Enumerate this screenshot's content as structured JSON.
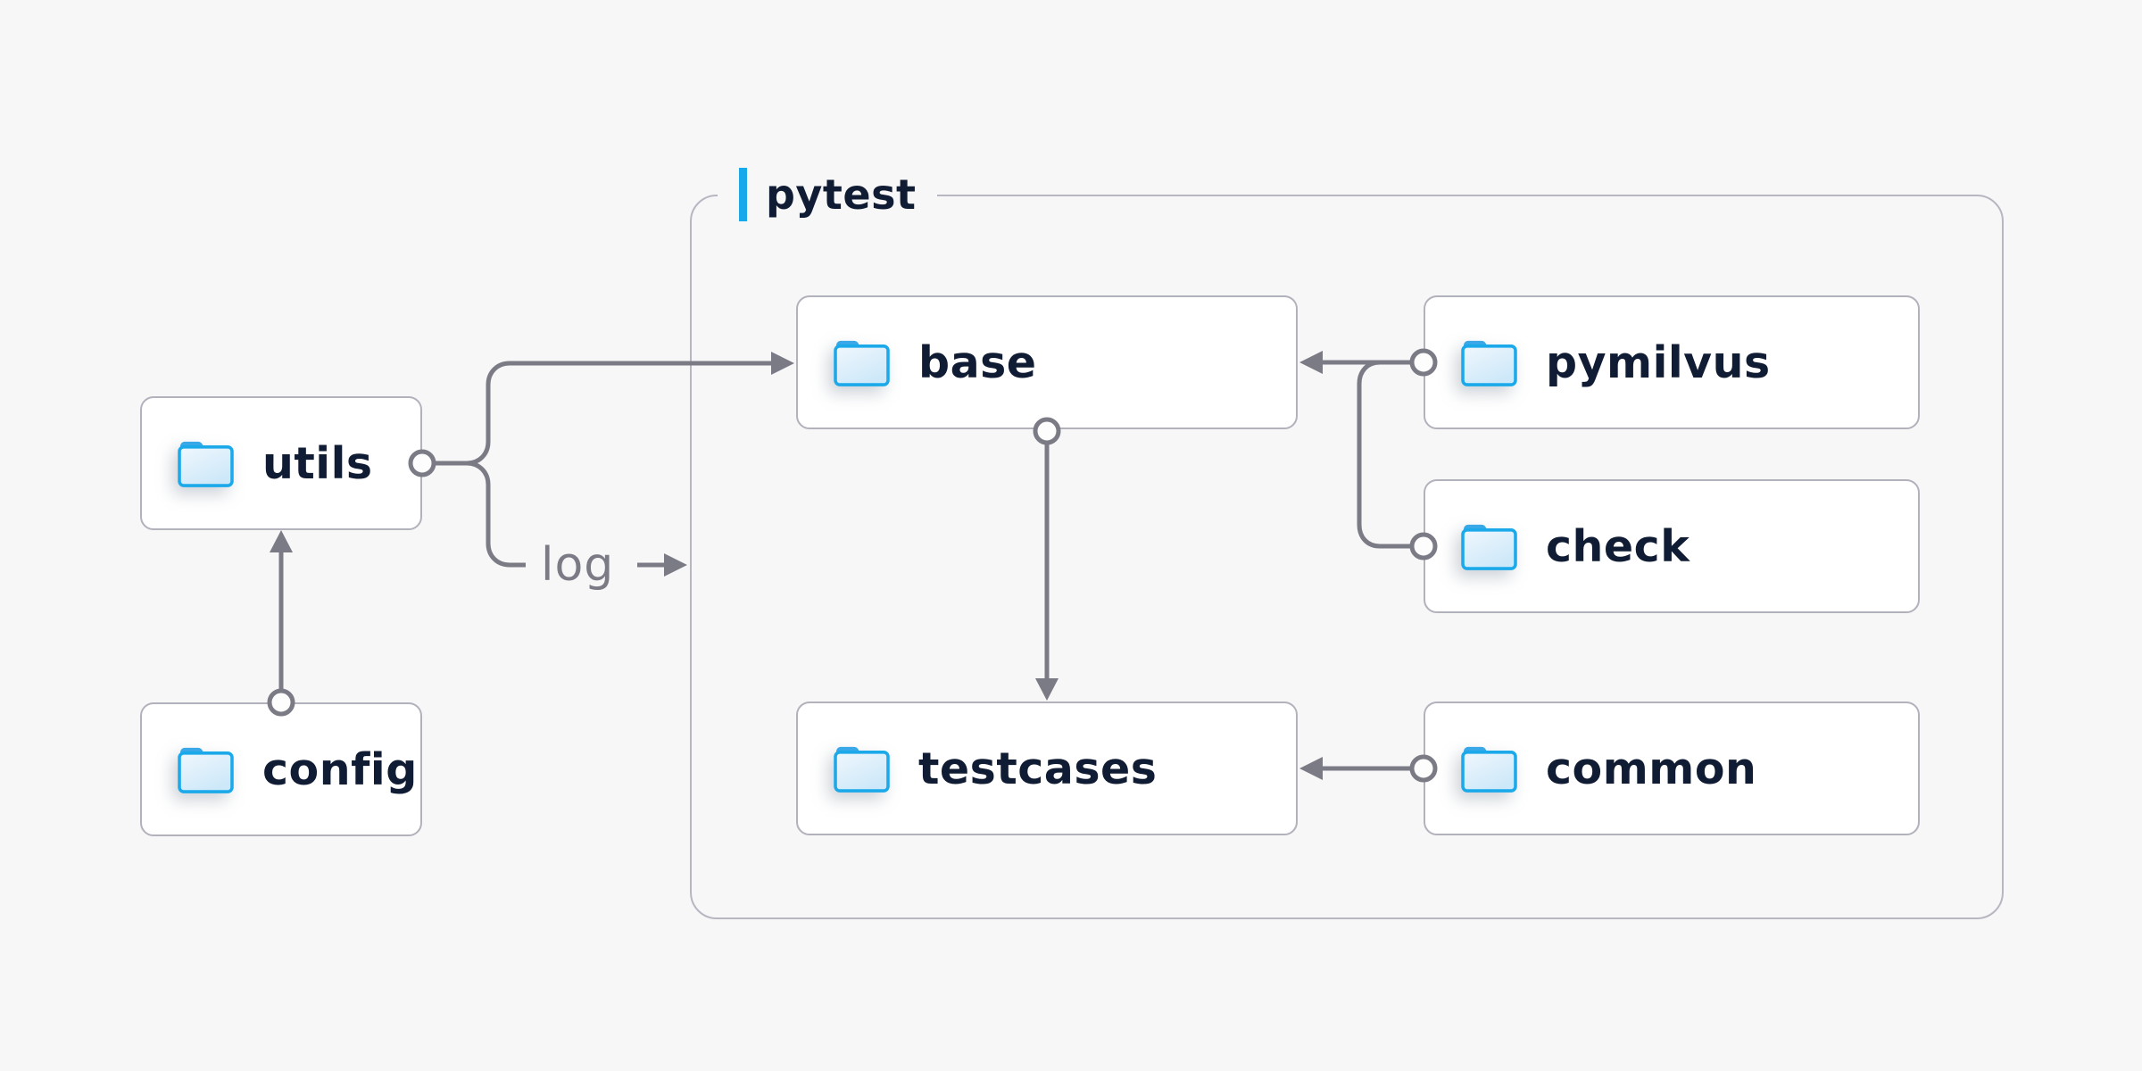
{
  "canvas": {
    "background_color": "#f7f7f8"
  },
  "group": {
    "label": "pytest",
    "accent_color": "#18a9ea",
    "border_color": "#b7b7c2"
  },
  "nodes": {
    "utils": {
      "label": "utils",
      "icon": "folder-icon"
    },
    "config": {
      "label": "config",
      "icon": "folder-icon"
    },
    "base": {
      "label": "base",
      "icon": "folder-icon"
    },
    "pymilvus": {
      "label": "pymilvus",
      "icon": "folder-icon"
    },
    "check": {
      "label": "check",
      "icon": "folder-icon"
    },
    "testcases": {
      "label": "testcases",
      "icon": "folder-icon"
    },
    "common": {
      "label": "common",
      "icon": "folder-icon"
    }
  },
  "edges": {
    "log_label": "log",
    "line_color": "#7b7b86",
    "connections": [
      {
        "from": "config",
        "to": "utils"
      },
      {
        "from": "utils",
        "to": "base"
      },
      {
        "from": "utils",
        "to": "log"
      },
      {
        "from": "pymilvus",
        "to": "base"
      },
      {
        "from": "check",
        "to": "base"
      },
      {
        "from": "base",
        "to": "testcases"
      },
      {
        "from": "common",
        "to": "testcases"
      }
    ]
  },
  "folder_icon_colors": {
    "outline": "#1ba9ea",
    "tab": "#39a8e8",
    "fill_top": "#f0f7fd",
    "fill_bottom": "#cde8f9"
  },
  "text_color": "#101c33"
}
